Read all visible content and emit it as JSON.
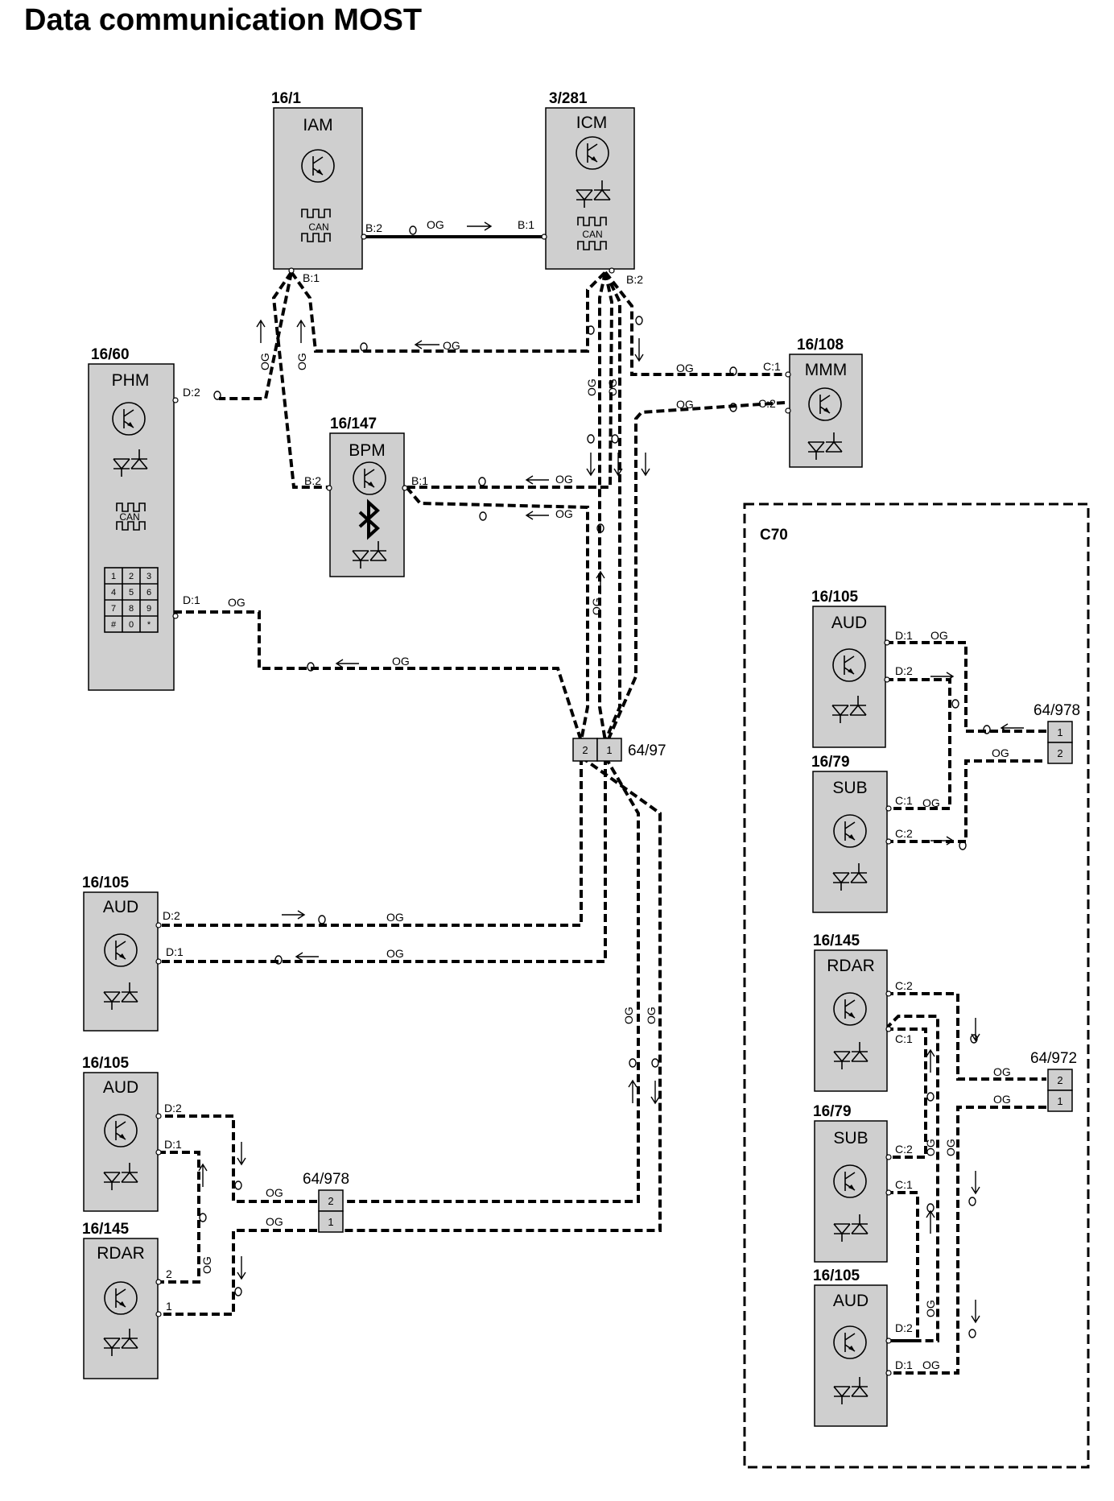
{
  "title": "Data communication MOST",
  "icons": [
    "transistor-icon",
    "optical-diode-icon",
    "can-square-wave-icon",
    "bluetooth-icon",
    "keypad-icon",
    "arrow-icon"
  ],
  "modules": {
    "iam": {
      "ref": "16/1",
      "label": "IAM"
    },
    "icm": {
      "ref": "3/281",
      "label": "ICM"
    },
    "phm": {
      "ref": "16/60",
      "label": "PHM"
    },
    "bpm": {
      "ref": "16/147",
      "label": "BPM"
    },
    "mmm": {
      "ref": "16/108",
      "label": "MMM"
    },
    "aud_a": {
      "ref": "16/105",
      "label": "AUD"
    },
    "aud_b": {
      "ref": "16/105",
      "label": "AUD"
    },
    "rdar_a": {
      "ref": "16/145",
      "label": "RDAR"
    },
    "c70_aud_top": {
      "ref": "16/105",
      "label": "AUD"
    },
    "c70_sub_top": {
      "ref": "16/79",
      "label": "SUB"
    },
    "c70_rdar": {
      "ref": "16/145",
      "label": "RDAR"
    },
    "c70_sub_bottom": {
      "ref": "16/79",
      "label": "SUB"
    },
    "c70_aud_bottom": {
      "ref": "16/105",
      "label": "AUD"
    }
  },
  "pins": {
    "iam_b2": "B:2",
    "iam_b1": "B:1",
    "icm_b1": "B:1",
    "icm_b2": "B:2",
    "phm_d2": "D:2",
    "phm_d1": "D:1",
    "bpm_b2": "B:2",
    "bpm_b1": "B:1",
    "mmm_c1": "C:1",
    "mmm_c2": "C:2",
    "aud_a_d2": "D:2",
    "aud_a_d1": "D:1",
    "aud_b_d2": "D:2",
    "aud_b_d1": "D:1",
    "rdar_a_2": "2",
    "rdar_a_1": "1",
    "c70_aud_top_d1": "D:1",
    "c70_aud_top_d2": "D:2",
    "c70_sub_top_c1": "C:1",
    "c70_sub_top_c2": "C:2",
    "c70_rdar_c2": "C:2",
    "c70_rdar_c1": "C:1",
    "c70_sub_bottom_c2": "C:2",
    "c70_sub_bottom_c1": "C:1",
    "c70_aud_bottom_d2": "D:2",
    "c70_aud_bottom_d1": "D:1"
  },
  "can_text": "CAN",
  "keypad": [
    "1",
    "2",
    "3",
    "4",
    "5",
    "6",
    "7",
    "8",
    "9",
    "#",
    "0",
    "*"
  ],
  "wire_color": "OG",
  "connectors": {
    "c6497": {
      "label": "64/97",
      "pins": [
        "2",
        "1"
      ]
    },
    "c64978_left": {
      "label": "64/978",
      "pins": [
        "2",
        "1"
      ]
    },
    "c64978_right": {
      "label": "64/978",
      "pins": [
        "1",
        "2"
      ]
    },
    "c64972": {
      "label": "64/972",
      "pins": [
        "2",
        "1"
      ]
    }
  },
  "c70_label": "C70"
}
